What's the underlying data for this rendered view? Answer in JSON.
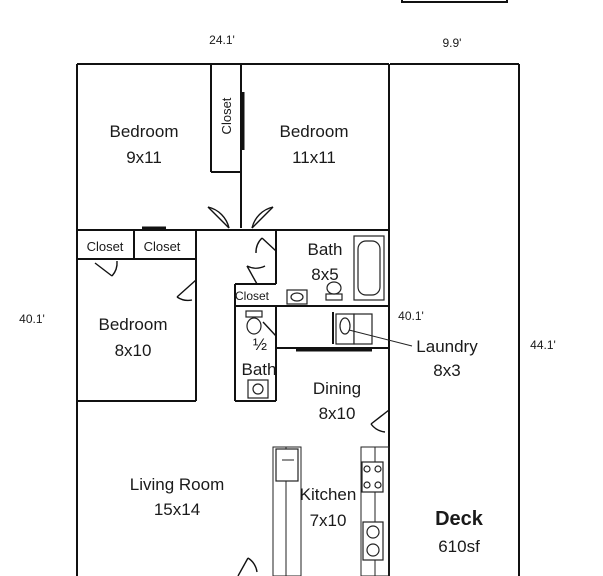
{
  "dimensions": {
    "top_width": "24.1'",
    "deck_width": "9.9'",
    "left_length": "40.1'",
    "inner_length": "40.1'",
    "deck_length": "44.1'"
  },
  "rooms": {
    "bedroom_1": {
      "name": "Bedroom",
      "size": "9x11"
    },
    "bedroom_2": {
      "name": "Bedroom",
      "size": "11x11"
    },
    "bedroom_3": {
      "name": "Bedroom",
      "size": "8x10"
    },
    "bath_full": {
      "name": "Bath",
      "size": "8x5"
    },
    "half_bath": {
      "fraction": "½",
      "name": "Bath"
    },
    "laundry": {
      "name": "Laundry",
      "size": "8x3"
    },
    "dining": {
      "name": "Dining",
      "size": "8x10"
    },
    "living": {
      "name": "Living Room",
      "size": "15x14"
    },
    "kitchen": {
      "name": "Kitchen",
      "size": "7x10"
    },
    "deck": {
      "name": "Deck",
      "size": "610sf"
    }
  },
  "closets": {
    "top": "Closet",
    "left_1": "Closet",
    "left_2": "Closet",
    "bath": "Closet"
  }
}
